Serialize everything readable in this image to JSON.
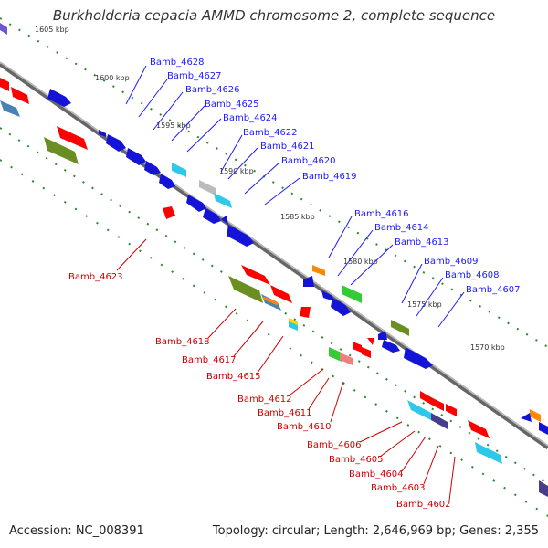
{
  "title": "Burkholderia cepacia AMMD chromosome 2, complete sequence",
  "footer": {
    "accession": "Accession: NC_008391",
    "summary": "Topology: circular; Length: 2,646,969 bp; Genes: 2,355"
  },
  "scale_labels": [
    "1605 kbp",
    "1600 kbp",
    "1595 kbp",
    "1590 kbp",
    "1585 kbp",
    "1580 kbp",
    "1575 kbp",
    "1570 kbp"
  ],
  "forward_gene_labels": [
    "Bamb_4628",
    "Bamb_4627",
    "Bamb_4626",
    "Bamb_4625",
    "Bamb_4624",
    "Bamb_4622",
    "Bamb_4621",
    "Bamb_4620",
    "Bamb_4619",
    "Bamb_4616",
    "Bamb_4614",
    "Bamb_4613",
    "Bamb_4609",
    "Bamb_4608",
    "Bamb_4607"
  ],
  "reverse_gene_labels": [
    "Bamb_4623",
    "Bamb_4618",
    "Bamb_4617",
    "Bamb_4615",
    "Bamb_4612",
    "Bamb_4611",
    "Bamb_4610",
    "Bamb_4606",
    "Bamb_4605",
    "Bamb_4604",
    "Bamb_4603",
    "Bamb_4602"
  ],
  "colors": {
    "forward_label": "#1a1aff",
    "reverse_label": "#cc0000",
    "backbone": "#888888",
    "tick": "#2a8a2a"
  }
}
